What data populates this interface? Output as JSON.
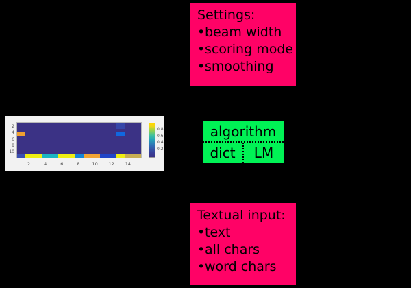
{
  "settings_box": {
    "title": "Settings:",
    "items": [
      "beam width",
      "scoring mode",
      "smoothing"
    ],
    "color": "#FF0266"
  },
  "algorithm_box": {
    "header": "algorithm",
    "cells": [
      "dict",
      "LM"
    ],
    "color": "#00F255"
  },
  "input_box": {
    "title": "Textual input:",
    "items": [
      "text",
      "all chars",
      "word chars"
    ],
    "color": "#FF0266"
  },
  "chart_data": {
    "type": "heatmap",
    "title": "",
    "xlabel": "",
    "ylabel": "",
    "xticks": [
      2,
      4,
      6,
      8,
      10,
      12,
      14
    ],
    "yticks": [
      2,
      4,
      6,
      8,
      10
    ],
    "xlim": [
      0.5,
      15.5
    ],
    "ylim": [
      11.5,
      0.5
    ],
    "grid": false,
    "colormap": "viridis",
    "colorbar": {
      "ticks": [
        0.2,
        0.4,
        0.6,
        0.8
      ],
      "vmin": 0.0,
      "vmax": 1.0,
      "position": "right"
    },
    "background_value": 0.05,
    "cells": [
      {
        "x": 1,
        "y": 4,
        "value": 0.78,
        "color": "#F0A030"
      },
      {
        "x": 13,
        "y": 1,
        "value": 0.18,
        "color": "#3747A8"
      },
      {
        "x": 13,
        "y": 2,
        "value": 0.18,
        "color": "#3747A8"
      },
      {
        "x": 13,
        "y": 4,
        "value": 0.33,
        "color": "#1068E0"
      },
      {
        "x": 1,
        "y": 11,
        "value": 0.16,
        "color": "#3A4FB0"
      },
      {
        "x": 2,
        "y": 11,
        "value": 0.95,
        "color": "#F0EE12"
      },
      {
        "x": 3,
        "y": 11,
        "value": 0.95,
        "color": "#F0EE12"
      },
      {
        "x": 4,
        "y": 11,
        "value": 0.45,
        "color": "#18B5C2"
      },
      {
        "x": 5,
        "y": 11,
        "value": 0.45,
        "color": "#18B5C2"
      },
      {
        "x": 6,
        "y": 11,
        "value": 0.95,
        "color": "#F0EE12"
      },
      {
        "x": 7,
        "y": 11,
        "value": 0.95,
        "color": "#F0EE12"
      },
      {
        "x": 8,
        "y": 11,
        "value": 0.37,
        "color": "#1585D8"
      },
      {
        "x": 9,
        "y": 11,
        "value": 0.8,
        "color": "#F2A434"
      },
      {
        "x": 10,
        "y": 11,
        "value": 0.8,
        "color": "#F2A434"
      },
      {
        "x": 11,
        "y": 11,
        "value": 0.26,
        "color": "#2145C8"
      },
      {
        "x": 12,
        "y": 11,
        "value": 0.26,
        "color": "#2145C8"
      },
      {
        "x": 13,
        "y": 11,
        "value": 0.95,
        "color": "#F0EE12"
      },
      {
        "x": 14,
        "y": 11,
        "value": 0.72,
        "color": "#C8AE52"
      },
      {
        "x": 15,
        "y": 11,
        "value": 0.72,
        "color": "#C8AE52"
      }
    ]
  }
}
